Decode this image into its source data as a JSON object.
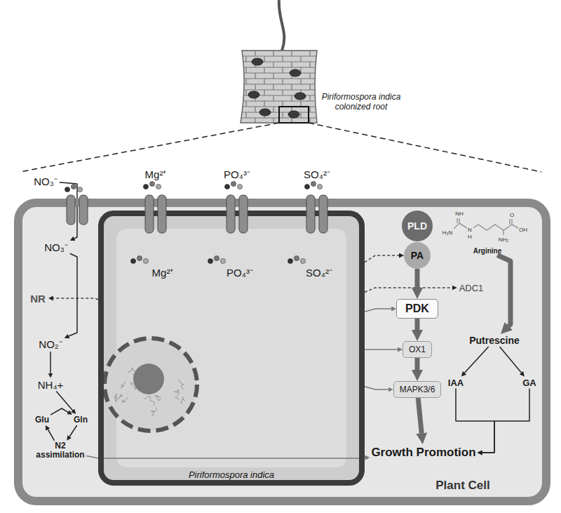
{
  "diagram": {
    "nodes": [
      {
        "text": [
          "Plant Cell"
        ]
      },
      {
        "text": [
          "Piriformospora indica"
        ],
        "in": 0
      },
      {
        "text": [
          "NO₃⁻"
        ]
      },
      {
        "text": [
          "NO₃⁻"
        ],
        "in": 0
      },
      {
        "text": [
          "NR"
        ],
        "in": 0
      },
      {
        "text": [
          "NO₂⁻"
        ],
        "in": 0
      },
      {
        "text": [
          "NH₄+"
        ],
        "in": 0
      },
      {
        "text": [
          "Glu"
        ],
        "in": 0
      },
      {
        "text": [
          "Gln"
        ],
        "in": 0
      },
      {
        "text": [
          "N2 assimilation"
        ],
        "in": 0
      },
      {
        "text": [
          "PLD"
        ],
        "in": 0
      },
      {
        "text": [
          "PA"
        ],
        "in": 0
      },
      {
        "text": [
          "Arginine"
        ],
        "in": 0
      },
      {
        "text": [
          "ADC1"
        ],
        "in": 0
      },
      {
        "text": [
          "PDK"
        ],
        "in": 0
      },
      {
        "text": [
          "OX1"
        ],
        "in": 0
      },
      {
        "text": [
          "MAPK3/6"
        ],
        "in": 0
      },
      {
        "text": [
          "Putrescine"
        ],
        "in": 0
      },
      {
        "text": [
          "IAA"
        ],
        "in": 0
      },
      {
        "text": [
          "GA"
        ],
        "in": 0
      },
      {
        "text": [
          "Growth Promotion"
        ],
        "in": 0
      }
    ],
    "edges": [
      {
        "from": 2,
        "to": 3,
        "arrow": "to"
      },
      {
        "from": 1,
        "to": 4,
        "arrow": "to"
      },
      {
        "from": 3,
        "to": 5,
        "arrow": "to"
      },
      {
        "from": 5,
        "to": 6,
        "arrow": "to"
      },
      {
        "from": 6,
        "to": 8,
        "arrow": "to"
      },
      {
        "from": 7,
        "to": 8,
        "arrow": "to"
      },
      {
        "from": 8,
        "to": 9,
        "arrow": "to"
      },
      {
        "from": 9,
        "to": 7,
        "arrow": "to"
      },
      {
        "from": 9,
        "to": 20,
        "arrow": "to"
      },
      {
        "from": 1,
        "to": 11,
        "arrow": "to"
      },
      {
        "from": 1,
        "to": 13,
        "arrow": "to"
      },
      {
        "from": 11,
        "to": 14,
        "arrow": "to"
      },
      {
        "from": 14,
        "to": 15,
        "arrow": "to"
      },
      {
        "from": 15,
        "to": 16,
        "arrow": "to"
      },
      {
        "from": 16,
        "to": 20,
        "arrow": "to"
      },
      {
        "from": 1,
        "to": 14,
        "arrow": "to"
      },
      {
        "from": 1,
        "to": 15,
        "arrow": "to"
      },
      {
        "from": 1,
        "to": 16,
        "arrow": "to"
      },
      {
        "from": 12,
        "to": 17,
        "arrow": "to"
      },
      {
        "from": 17,
        "to": 18,
        "arrow": "to"
      },
      {
        "from": 17,
        "to": 19,
        "arrow": "to"
      },
      {
        "from": 18,
        "to": 20,
        "arrow": "to"
      },
      {
        "from": 19,
        "to": 20,
        "arrow": "to"
      }
    ],
    "labels": [
      "Piriformospora indica colonized root",
      "Mg²⁺",
      "PO₄³⁻",
      "SO₄²⁻",
      "Mg²⁺",
      "PO₄³⁻",
      "SO₄²⁻",
      "NH",
      "H₂N",
      "N",
      "H",
      "NH₂",
      "O",
      "OH"
    ]
  }
}
